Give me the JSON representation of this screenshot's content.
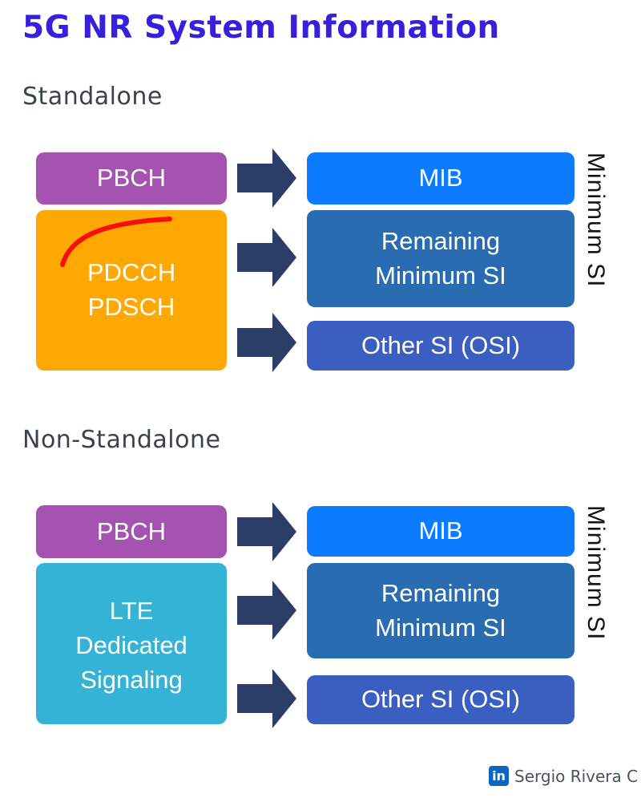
{
  "title": "5G NR System Information",
  "colors": {
    "title_blue": "#3620dd",
    "heading_gray": "#3a434d",
    "purple": "#a553b0",
    "orange": "#ffa702",
    "bright_blue": "#0d7bff",
    "steel_blue": "#2a6cb2",
    "royal_blue": "#3b5ec1",
    "teal": "#35b3d6",
    "arrow_navy": "#2c3e68",
    "curve_red": "#f50f0f",
    "linkedin_blue": "#0a66c2",
    "footer_gray": "#4a525c",
    "box_text": "#ffffff",
    "side_label_black": "#141414"
  },
  "standalone": {
    "heading": "Standalone",
    "pbch_label": "PBCH",
    "channel_line1": "PDCCH",
    "channel_line2": "PDSCH",
    "mib_label": "MIB",
    "rmsi_line1": "Remaining",
    "rmsi_line2": "Minimum SI",
    "osi_label": "Other SI (OSI)",
    "side_label": "Minimum SI"
  },
  "nonstandalone": {
    "heading": "Non-Standalone",
    "pbch_label": "PBCH",
    "channel_line1": "LTE",
    "channel_line2": "Dedicated",
    "channel_line3": "Signaling",
    "mib_label": "MIB",
    "rmsi_line1": "Remaining",
    "rmsi_line2": "Minimum SI",
    "osi_label": "Other SI (OSI)",
    "side_label": "Minimum SI"
  },
  "footer": {
    "linkedin_icon_text": "in",
    "author": "Sergio Rivera C"
  }
}
